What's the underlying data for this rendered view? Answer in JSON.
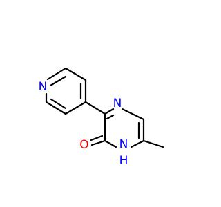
{
  "molecule": {
    "atoms": [
      {
        "id": "N_pyr",
        "label": "N",
        "color": "#0000ff"
      },
      {
        "id": "N4",
        "label": "N",
        "color": "#0000ff"
      },
      {
        "id": "N1",
        "label": "N",
        "color": "#0000ff"
      },
      {
        "id": "H1",
        "label": "H",
        "color": "#0000ff"
      },
      {
        "id": "O",
        "label": "O",
        "color": "#ff0000"
      }
    ],
    "bond_color": "#000000"
  }
}
